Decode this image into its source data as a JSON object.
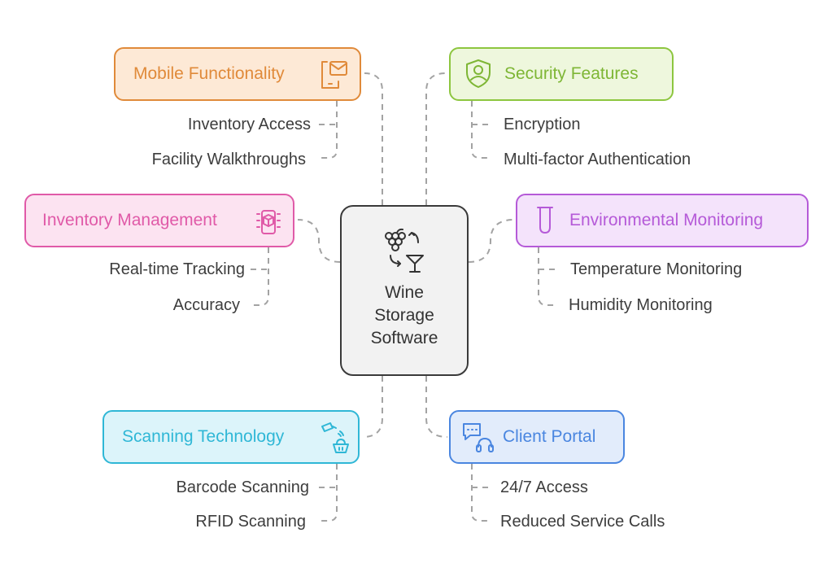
{
  "center": {
    "line1": "Wine",
    "line2": "Storage",
    "line3": "Software",
    "icon": "grapes-wine-glass-icon"
  },
  "branches": {
    "mobile": {
      "title": "Mobile Functionality",
      "icon": "tablet-mail-icon",
      "color": "#e08a3a",
      "fill": "#fde9d6",
      "items": [
        "Inventory Access",
        "Facility Walkthroughs"
      ]
    },
    "security": {
      "title": "Security Features",
      "icon": "shield-user-icon",
      "color": "#8dc63f",
      "fill": "#eef7dd",
      "items": [
        "Encryption",
        "Multi-factor Authentication"
      ]
    },
    "inventory": {
      "title": "Inventory Management",
      "icon": "phone-box-icon",
      "color": "#e05aa8",
      "fill": "#fce3f1",
      "items": [
        "Real-time Tracking",
        "Accuracy"
      ]
    },
    "environmental": {
      "title": "Environmental Monitoring",
      "icon": "test-tube-icon",
      "color": "#b55ad8",
      "fill": "#f4e3fb",
      "items": [
        "Temperature Monitoring",
        "Humidity Monitoring"
      ]
    },
    "scanning": {
      "title": "Scanning Technology",
      "icon": "scanner-basket-icon",
      "color": "#2fb7d6",
      "fill": "#dcf4fa",
      "items": [
        "Barcode Scanning",
        "RFID Scanning"
      ]
    },
    "client": {
      "title": "Client Portal",
      "icon": "chat-headset-icon",
      "color": "#4a86e0",
      "fill": "#e2ecfb",
      "items": [
        "24/7 Access",
        "Reduced Service Calls"
      ]
    }
  }
}
